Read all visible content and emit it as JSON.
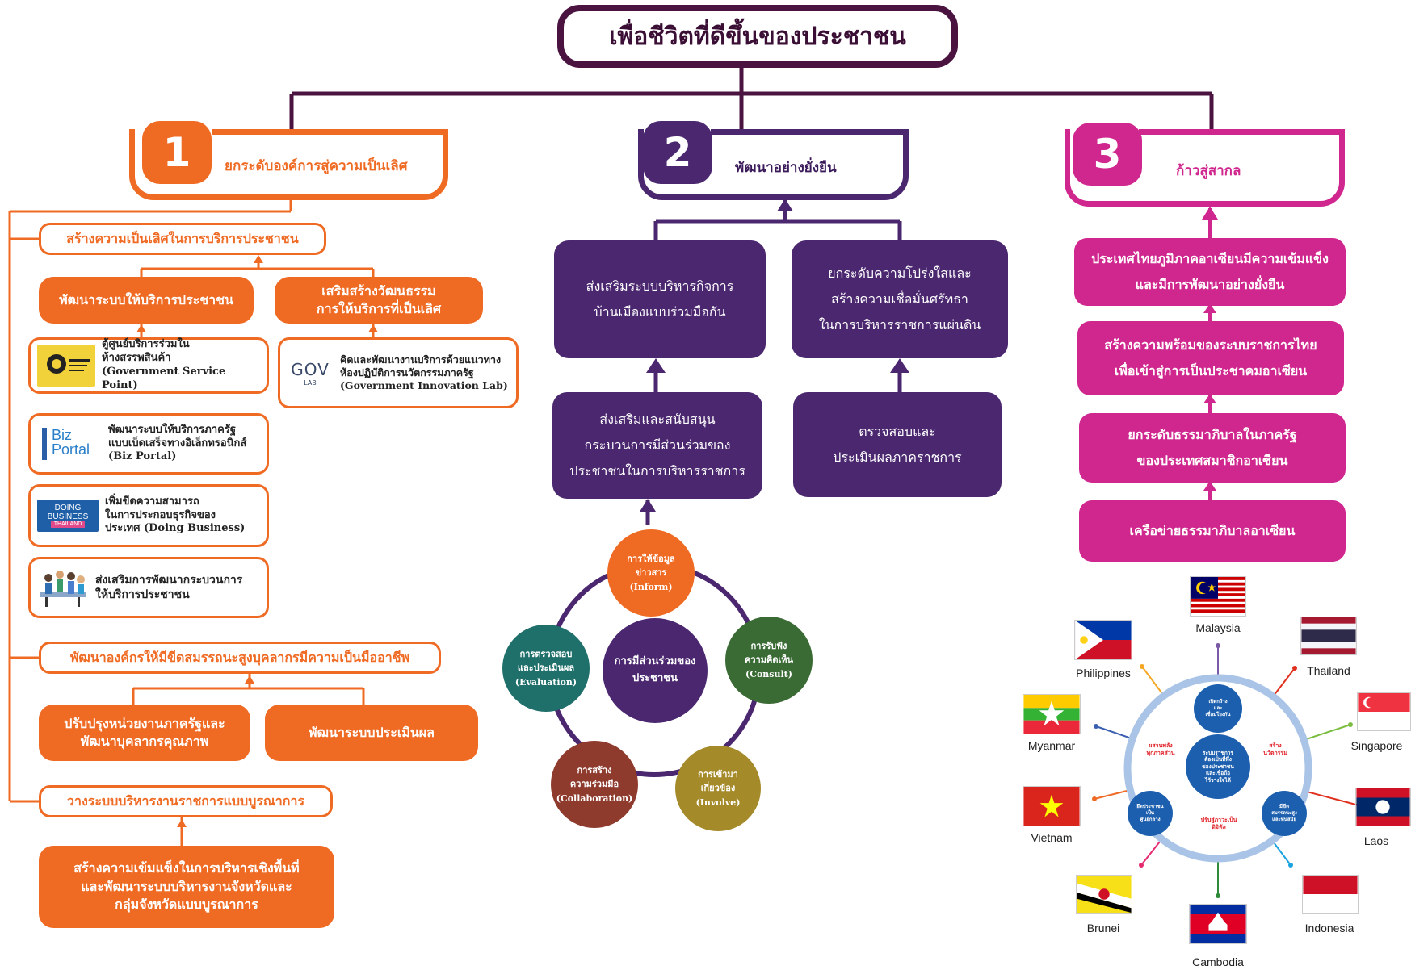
{
  "title": "เพื่อชีวิตที่ดีขึ้นของประชาชน",
  "colors": {
    "dark": "#4a1340",
    "orange": "#ef6b24",
    "purple": "#4b2770",
    "magenta": "#d0278f"
  },
  "pillar1": {
    "number": "1",
    "heading": "ยกระดับองค์การสู่ความเป็นเลิศ",
    "section_a": "สร้างความเป็นเลิศในการบริการประชาชน",
    "sub_a1": "พัฒนาระบบให้บริการประชาชน",
    "sub_a2": "เสริมสร้างวัฒนธรรม\nการให้บริการที่เป็นเลิศ",
    "cards": [
      {
        "logo_icon": "government-service-point-logo",
        "text": "ตู้ศูนย์บริการร่วมใน\nห้างสรรพสินค้า\n(Government Service Point)"
      },
      {
        "logo_icon": "biz-portal-logo",
        "logo_text1": "Biz",
        "logo_text2": "Portal",
        "text": "พัฒนาระบบให้บริการภาครัฐ\nแบบเบ็ดเสร็จทางอิเล็กทรอนิกส์\n(Biz Portal)"
      },
      {
        "logo_icon": "doing-business-logo",
        "logo_text1": "DOING",
        "logo_text2": "BUSINESS",
        "logo_text3": "THAILAND",
        "text": "เพิ่มขีดความสามารถ\nในการประกอบธุรกิจของ\nประเทศ (Doing Business)"
      },
      {
        "logo_icon": "people-meeting-illustration",
        "text": "ส่งเสริมการพัฒนากระบวนการ\nให้บริการประชาชน"
      }
    ],
    "lab_card": {
      "logo_text1": "GOV",
      "logo_text2": "LAB",
      "text": "คิดและพัฒนางานบริการด้วยแนวทาง\nห้องปฏิบัติการนวัตกรรมภาครัฐ\n(Government Innovation Lab)"
    },
    "section_b": "พัฒนาองค์กรให้มีขีดสมรรถนะสูงบุคลากรมีความเป็นมืออาชีพ",
    "sub_b1": "ปรับปรุงหน่วยงานภาครัฐและ\nพัฒนาบุคลากรคุณภาพ",
    "sub_b2": "พัฒนาระบบประเมินผล",
    "section_c": "วางระบบบริหารงานราชการแบบบูรณาการ",
    "sub_c1": "สร้างความเข้มแข็งในการบริหารเชิงพื้นที่\nและพัฒนาระบบบริหารงานจังหวัดและ\nกลุ่มจังหวัดแบบบูรณาการ"
  },
  "pillar2": {
    "number": "2",
    "heading": "พัฒนาอย่างยั่งยืน",
    "box_tl": "ส่งเสริมระบบบริหารกิจการ\nบ้านเมืองแบบร่วมมือกัน",
    "box_tr": "ยกระดับความโปร่งใสและ\nสร้างความเชื่อมั่นศรัทธา\nในการบริหารราชการแผ่นดิน",
    "box_bl": "ส่งเสริมและสนับสนุน\nกระบวนการมีส่วนร่วมของ\nประชาชนในการบริหารราชการ",
    "box_br": "ตรวจสอบและ\nประเมินผลภาคราชการ",
    "center": "การมีส่วนร่วมของ\nประชาชน",
    "circles": [
      {
        "label": "การให้ข้อมูล\nข่าวสาร\n(Inform)",
        "color": "#ef6b24"
      },
      {
        "label": "การรับฟัง\nความคิดเห็น\n(Consult)",
        "color": "#3b6b35"
      },
      {
        "label": "การเข้ามา\nเกี่ยวข้อง\n(Involve)",
        "color": "#a58a2a"
      },
      {
        "label": "การสร้าง\nความร่วมมือ\n(Collaboration)",
        "color": "#8e3b2e"
      },
      {
        "label": "การตรวจสอบ\nและประเมินผล\n(Evaluation)",
        "color": "#1f6f6a"
      }
    ]
  },
  "pillar3": {
    "number": "3",
    "heading": "ก้าวสู่สากล",
    "boxes": [
      "ประเทศไทยภูมิภาคอาเซียนมีความเข้มแข็ง\nและมีการพัฒนาอย่างยั่งยืน",
      "สร้างความพร้อมของระบบราชการไทย\nเพื่อเข้าสู่การเป็นประชาคมอาเซียน",
      "ยกระดับธรรมาภิบาลในภาครัฐ\nของประเทศสมาชิกอาเซียน",
      "เครือข่ายธรรมาภิบาลอาเซียน"
    ],
    "countries": {
      "malaysia": "Malaysia",
      "thailand": "Thailand",
      "singapore": "Singapore",
      "laos": "Laos",
      "indonesia": "Indonesia",
      "cambodia": "Cambodia",
      "brunei": "Brunei",
      "vietnam": "Vietnam",
      "myanmar": "Myanmar",
      "philippines": "Philippines"
    },
    "hub": {
      "center": "ระบบราชการ\nต้องเป็นที่พึ่ง\nของประชาชน\nและเชื่อถือ\nไว้วางใจได้",
      "top": "เปิดกว้าง\nและ\nเชื่อมโยงกัน",
      "left": "ยึดประชาชน\nเป็น\nศูนย์กลาง",
      "right": "มีขีด\nสมรรถนะสูง\nและทันสมัย",
      "red_left": "ผสานพลัง\nทุกภาคส่วน",
      "red_right": "สร้าง\nนวัตกรรม",
      "red_bottom": "ปรับสู่ภาวะเป็น\nดิจิทัล"
    }
  }
}
